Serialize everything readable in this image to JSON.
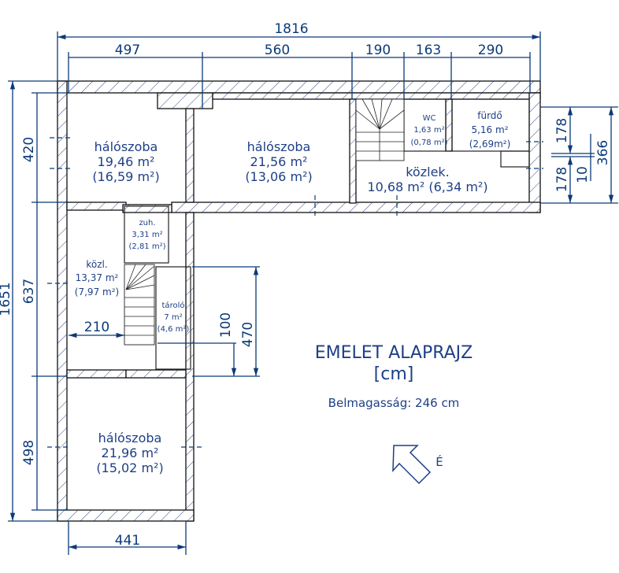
{
  "title": {
    "line1": "EMELET ALAPRAJZ",
    "line2": "[cm]"
  },
  "ceiling_height": "Belmagasság: 246 cm",
  "north_label": "É",
  "colors": {
    "dimension": "#0b3a78",
    "room_text": "#1e3f86",
    "wall": "#111111"
  },
  "dimensions": {
    "total_width": "1816",
    "top_segments": [
      "497",
      "560",
      "190",
      "163",
      "290"
    ],
    "total_height": "1651",
    "left_segments": [
      "420",
      "637",
      "498"
    ],
    "bottom": "441",
    "right": [
      "178",
      "178",
      "10",
      "366"
    ],
    "corridor_width": "210",
    "storage": [
      "100",
      "470"
    ]
  },
  "rooms": {
    "bedroom1": {
      "name": "hálószoba",
      "area": "19,46 m²",
      "net": "(16,59 m²)"
    },
    "bedroom2": {
      "name": "hálószoba",
      "area": "21,56 m²",
      "net": "(13,06 m²)"
    },
    "wc": {
      "name": "WC",
      "area": "1,63 m²",
      "net": "(0,78 m²)"
    },
    "bath": {
      "name": "fürdő",
      "area": "5,16 m²",
      "net": "(2,69m²)"
    },
    "hall": {
      "name": "közlek.",
      "area": "10,68 m² (6,34 m²)"
    },
    "shower": {
      "name": "zuh.",
      "area": "3,31 m²",
      "net": "(2,81 m²)"
    },
    "corridor": {
      "name": "közl.",
      "area": "13,37 m²",
      "net": "(7,97 m²)"
    },
    "storage": {
      "name": "tároló",
      "area": "7 m²",
      "net": "(4,6 m²)"
    },
    "bedroom3": {
      "name": "hálószoba",
      "area": "21,96 m²",
      "net": "(15,02 m²)"
    }
  }
}
